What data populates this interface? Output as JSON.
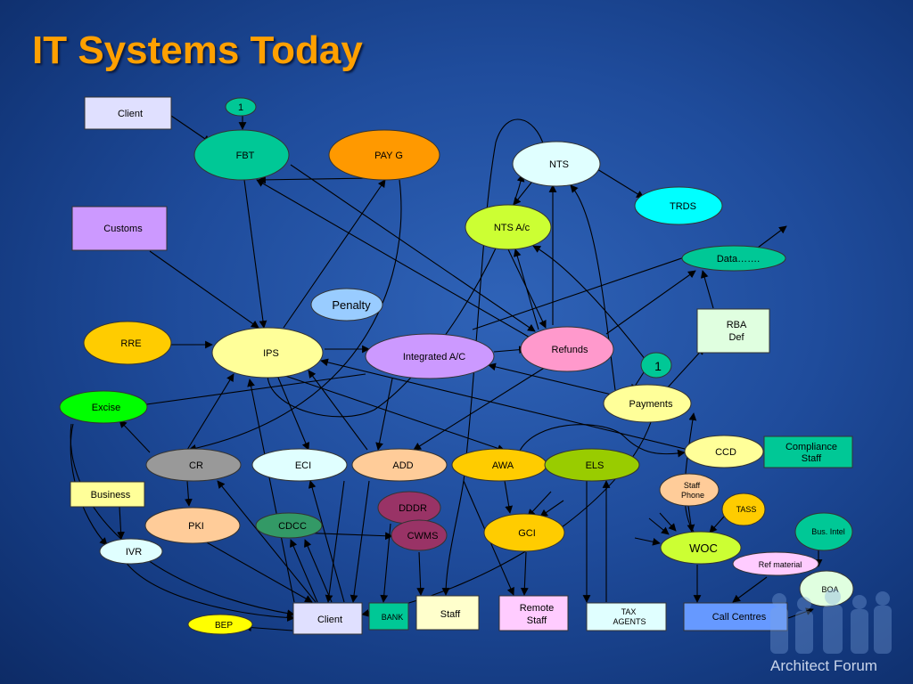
{
  "title": "IT Systems Today",
  "brand": "Architect Forum",
  "nodes": {
    "client_top": "Client",
    "one_top": "1",
    "fbt": "FBT",
    "payg": "PAY G",
    "nts": "NTS",
    "trds": "TRDS",
    "customs": "Customs",
    "nts_ac": "NTS A/c",
    "data": "Data…….",
    "penalty": "Penalty",
    "rba_def": "RBA Def",
    "rre": "RRE",
    "ips": "IPS",
    "integrated_ac": "Integrated A/C",
    "refunds": "Refunds",
    "one_mid": "1",
    "excise": "Excise",
    "payments": "Payments",
    "ccd": "CCD",
    "compliance_staff": "Compliance Staff",
    "cr": "CR",
    "eci": "ECI",
    "add": "ADD",
    "awa": "AWA",
    "els": "ELS",
    "staff_phone": "Staff Phone",
    "business": "Business",
    "tass": "TASS",
    "dddr": "DDDR",
    "pki": "PKI",
    "cdcc": "CDCC",
    "cwms": "CWMS",
    "gci": "GCI",
    "bus_intel": "Bus. Intel",
    "woc": "WOC",
    "ivr": "IVR",
    "ref_material": "Ref material",
    "boa": "BOA",
    "bep": "BEP",
    "client_bottom": "Client",
    "bank": "BANK",
    "staff": "Staff",
    "remote_staff": "Remote Staff",
    "tax_agents": "TAX AGENTS",
    "call_centres": "Call Centres"
  },
  "colors": {
    "title": "#ffa000",
    "teal": "#00c896",
    "orange": "#ff9900",
    "cyan": "#00ffff",
    "light_cyan": "#e0ffff",
    "lavender": "#cc99ff",
    "yellow_green": "#ccff33",
    "light_blue": "#99ccff",
    "light_yellow": "#ffff99",
    "pink": "#ff99cc",
    "green": "#00ff00",
    "gold": "#ffcc00",
    "grey": "#999999",
    "peach": "#ffcc99",
    "olive_green": "#99cc00",
    "maroon": "#993366",
    "dark_green": "#339966",
    "call_blue": "#6699ff"
  }
}
